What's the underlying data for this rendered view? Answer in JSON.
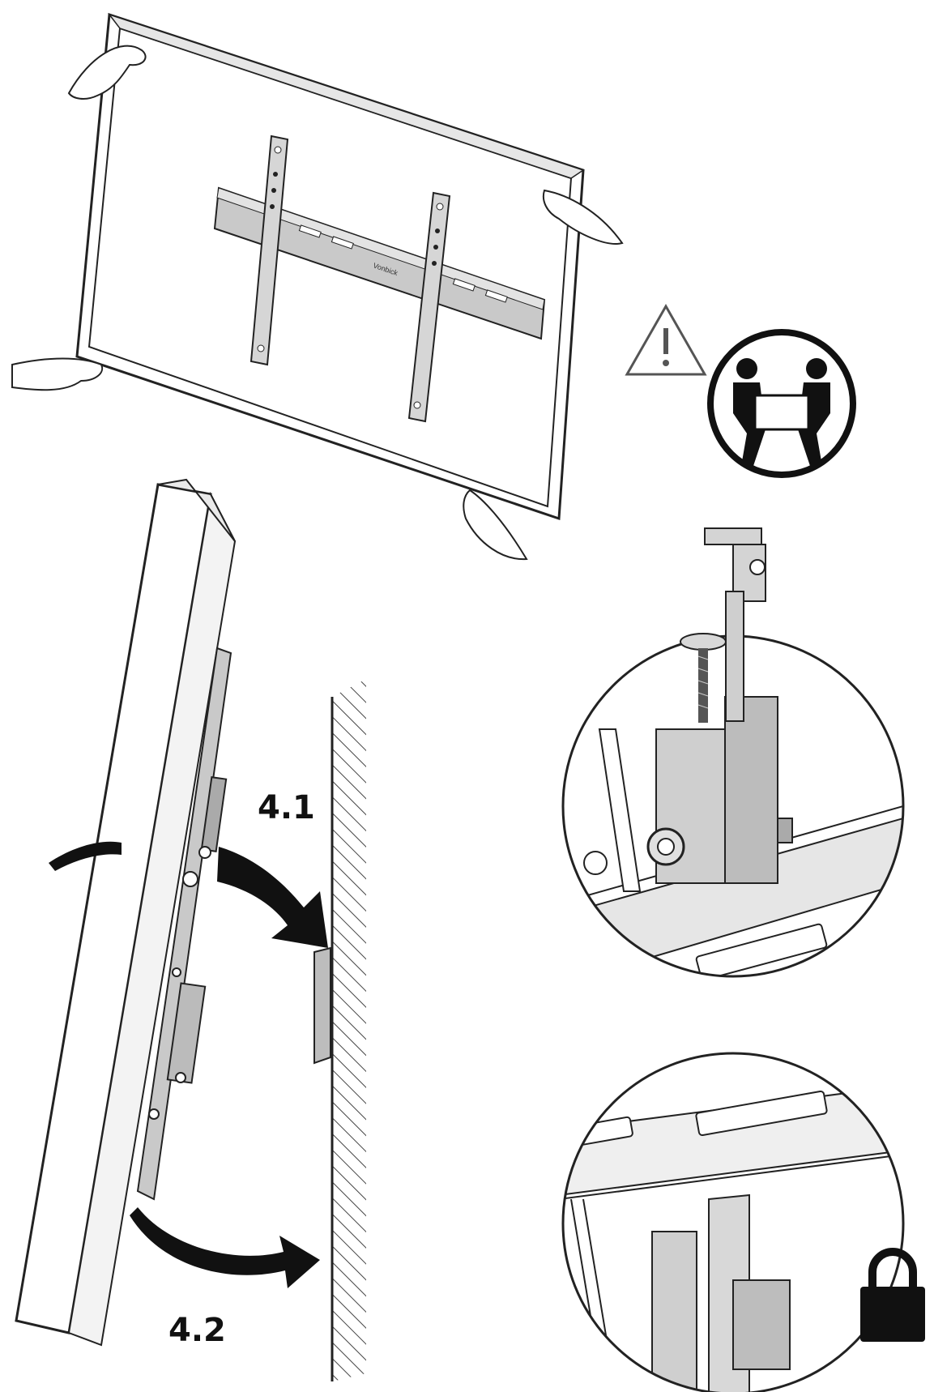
{
  "diagram": {
    "steps": {
      "step_4_1": "4.1",
      "step_4_2": "4.2"
    },
    "brand_on_bracket": "Vonbick",
    "icons": {
      "warning": "warning-triangle-icon",
      "two_person_lift": "two-person-lift-icon",
      "lock": "lock-icon"
    },
    "colors": {
      "line": "#222222",
      "metal": "#c9c9c9",
      "metal_dark": "#9a9a9a",
      "panel": "#ffffff",
      "hatch": "#444444"
    }
  }
}
